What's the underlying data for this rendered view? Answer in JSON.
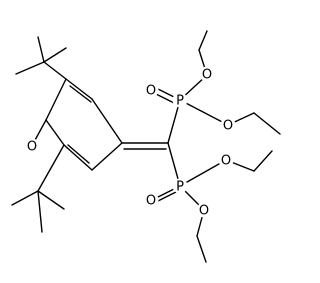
{
  "molecule": {
    "atoms": {
      "O_ketone": "O",
      "O_p1_dbl": "O",
      "P1": "P",
      "O_p1_a": "O",
      "O_p1_b": "O",
      "O_p2_dbl": "O",
      "P2": "P",
      "O_p2_a": "O",
      "O_p2_b": "O"
    },
    "colors": {
      "bond": "#000000",
      "label": "#000000",
      "background": "#ffffff"
    }
  }
}
